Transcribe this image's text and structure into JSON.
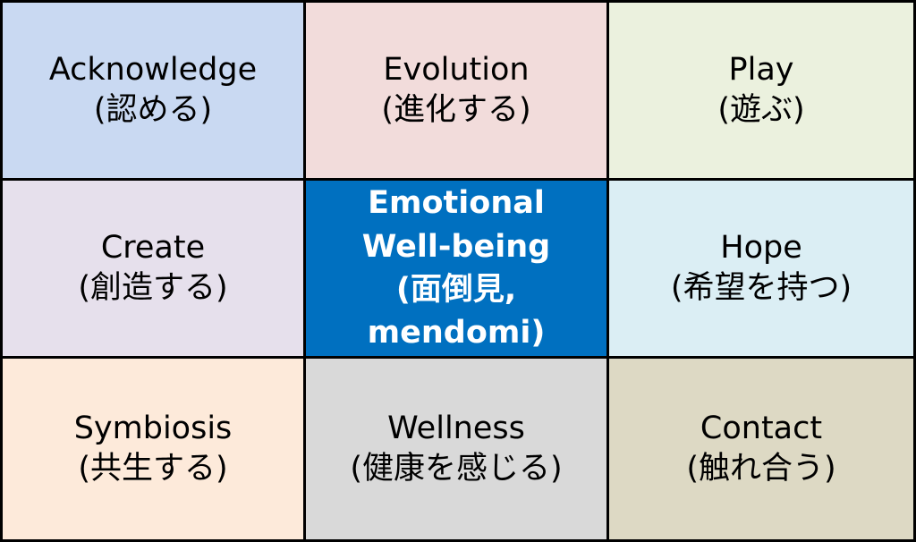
{
  "grid": {
    "cells": [
      {
        "id": "acknowledge",
        "lines": [
          "Acknowledge",
          "(認める)"
        ],
        "color": "#c9d9f2"
      },
      {
        "id": "evolution",
        "lines": [
          "Evolution",
          "(進化する)"
        ],
        "color": "#f2dcdb"
      },
      {
        "id": "play",
        "lines": [
          "Play",
          "(遊ぶ)"
        ],
        "color": "#ebf1de"
      },
      {
        "id": "create",
        "lines": [
          "Create",
          "(創造する)"
        ],
        "color": "#e6e0ec"
      },
      {
        "id": "center",
        "lines": [
          "Emotional",
          "Well-being",
          "(面倒見,",
          "mendomi)"
        ],
        "color": "#0070c0"
      },
      {
        "id": "hope",
        "lines": [
          "Hope",
          "(希望を持つ)"
        ],
        "color": "#dbeef4"
      },
      {
        "id": "symbiosis",
        "lines": [
          "Symbiosis",
          "(共生する)"
        ],
        "color": "#fdeada"
      },
      {
        "id": "wellness",
        "lines": [
          "Wellness",
          "(健康を感じる)"
        ],
        "color": "#d9d9d9"
      },
      {
        "id": "contact",
        "lines": [
          "Contact",
          "(触れ合う)"
        ],
        "color": "#ddd9c4"
      }
    ]
  }
}
